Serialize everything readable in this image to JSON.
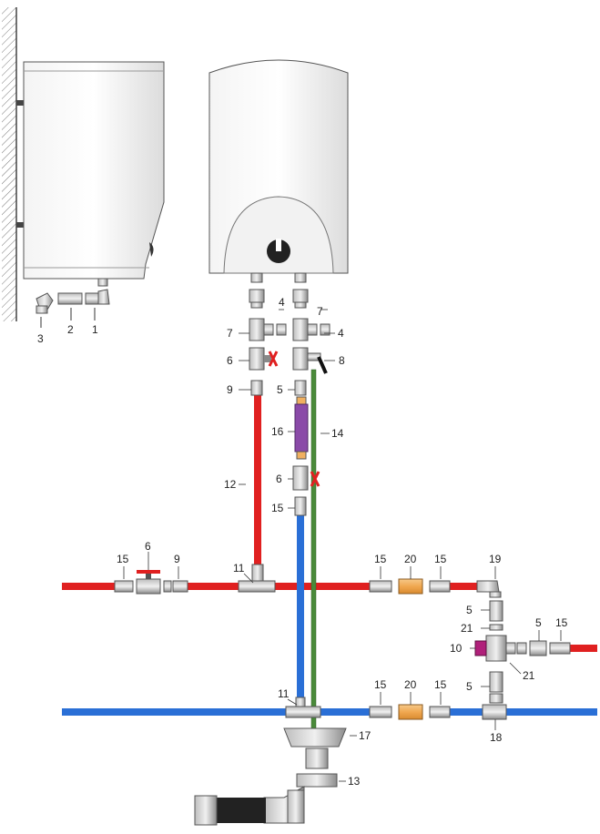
{
  "labels": {
    "l1": "1",
    "l2": "2",
    "l3": "3",
    "l4a": "4",
    "l4b": "4",
    "l5a": "5",
    "l5b": "5",
    "l5c": "5",
    "l5d": "5",
    "l6a": "6",
    "l6b": "6",
    "l6c": "6",
    "l7a": "7",
    "l7b": "7",
    "l8": "8",
    "l9a": "9",
    "l9b": "9",
    "l10": "10",
    "l11a": "11",
    "l11b": "11",
    "l12": "12",
    "l13": "13",
    "l14": "14",
    "l15a": "15",
    "l15b": "15",
    "l15c": "15",
    "l15d": "15",
    "l15e": "15",
    "l15f": "15",
    "l15g": "15",
    "l16": "16",
    "l17": "17",
    "l18": "18",
    "l19": "19",
    "l20a": "20",
    "l20b": "20",
    "l21a": "21",
    "l21b": "21"
  },
  "colors": {
    "hot": "#e02020",
    "cold": "#2a6fd6",
    "drain": "#4a8a3a",
    "filter": "#f0b060",
    "relief": "#8a4aa8",
    "mixer_knob": "#b0207a",
    "fitting": "#9a9a9a"
  }
}
